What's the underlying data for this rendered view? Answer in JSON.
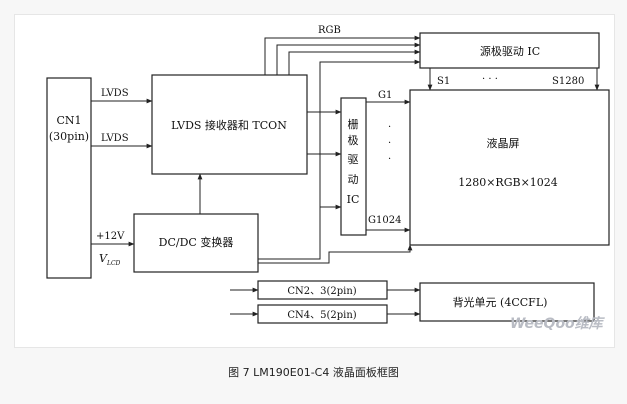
{
  "blocks": {
    "cn1": [
      "CN1",
      "(30pin)"
    ],
    "lvds_rx": "LVDS 接收器和 TCON",
    "dcdc": "DC/DC 变换器",
    "gate_ic": [
      "栅",
      "极",
      "驱",
      "动",
      "IC"
    ],
    "source_ic": "源极驱动 IC",
    "lcd_title": "液晶屏",
    "lcd_res": "1280×RGB×1024",
    "cn23": "CN2、3(2pin)",
    "cn45": "CN4、5(2pin)",
    "backlight": "背光单元 (4CCFL)"
  },
  "signals": {
    "lvds1": "LVDS",
    "lvds2": "LVDS",
    "v12": "+12V",
    "vlcd": "V",
    "vlcd_sub": "LCD",
    "rgb": "RGB",
    "g1": "G1",
    "g1024": "G1024",
    "s1": "S1",
    "s1280": "S1280",
    "dots_h": "· · ·",
    "dots_v": "·"
  },
  "watermark": "WeeQoo维库",
  "caption": "图 7  LM190E01-C4 液晶面板框图",
  "colors": {
    "line": "#222222",
    "watermark": "#b9bcc4"
  }
}
